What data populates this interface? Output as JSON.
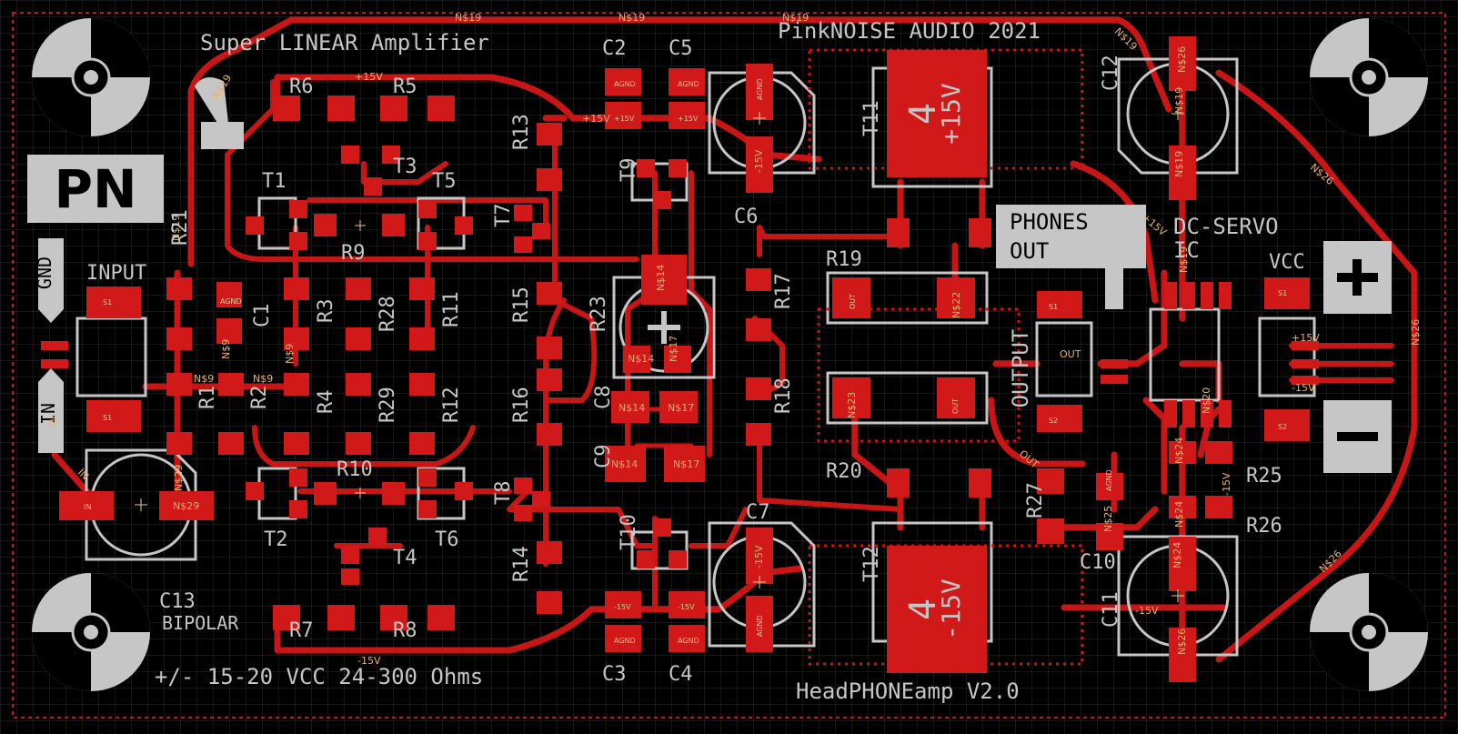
{
  "board": {
    "title": "Super LINEAR Amplifier",
    "brand": "PinkNOISE AUDIO 2021",
    "logo": "PN",
    "spec": "+/- 15-20 VCC 24-300 Ohms",
    "version": "HeadPHONEamp V2.0",
    "phones_out_line1": "PHONES",
    "phones_out_line2": "OUT",
    "dc_servo": "DC-SERVO",
    "dc_servo_sub": "IC",
    "input_label": "INPUT",
    "vcc_label": "VCC",
    "gnd_label": "GND",
    "in_label": "IN",
    "output_label": "OUTPUT",
    "bipolar_label": "BIPOLAR"
  },
  "designators": {
    "R1": "R1",
    "R2": "R2",
    "R3": "R3",
    "R4": "R4",
    "R5": "R5",
    "R6": "R6",
    "R7": "R7",
    "R8": "R8",
    "R9": "R9",
    "R10": "R10",
    "R11": "R11",
    "R12": "R12",
    "R13": "R13",
    "R14": "R14",
    "R15": "R15",
    "R16": "R16",
    "R17": "R17",
    "R18": "R18",
    "R19": "R19",
    "R20": "R20",
    "R21": "R21",
    "R23": "R23",
    "R25": "R25",
    "R26": "R26",
    "R27": "R27",
    "R28": "R28",
    "R29": "R29",
    "C1": "C1",
    "C2": "C2",
    "C3": "C3",
    "C4": "C4",
    "C5": "C5",
    "C6": "C6",
    "C7": "C7",
    "C8": "C8",
    "C9": "C9",
    "C10": "C10",
    "C11": "C11",
    "C12": "C12",
    "C13": "C13",
    "T1": "T1",
    "T2": "T2",
    "T3": "T3",
    "T4": "T4",
    "T5": "T5",
    "T6": "T6",
    "T7": "T7",
    "T8": "T8",
    "T9": "T9",
    "T10": "T10",
    "T11": "T11",
    "T12": "T12"
  },
  "regulators": {
    "t11_top": "4",
    "t11_bottom": "+15V",
    "t12_top": "4",
    "t12_bottom": "-15V"
  },
  "nets": {
    "n19": "N$19",
    "n9": "N$9",
    "n29": "N$29",
    "n14": "N$14",
    "n17": "N$17",
    "n22": "N$22",
    "n23": "N$23",
    "n24": "N$24",
    "n25": "N$25",
    "n26": "N$26",
    "n20": "N$20",
    "plus15": "+15V",
    "minus15": "-15V",
    "agnd": "AGND",
    "out": "OUT",
    "in": "IN",
    "s1": "S1",
    "s2": "S2"
  },
  "colors": {
    "background": "#000000",
    "copper": "#c81616",
    "silkscreen": "#c6c6c6",
    "net_label": "#e8b070",
    "grid": "#2b2b2b"
  }
}
